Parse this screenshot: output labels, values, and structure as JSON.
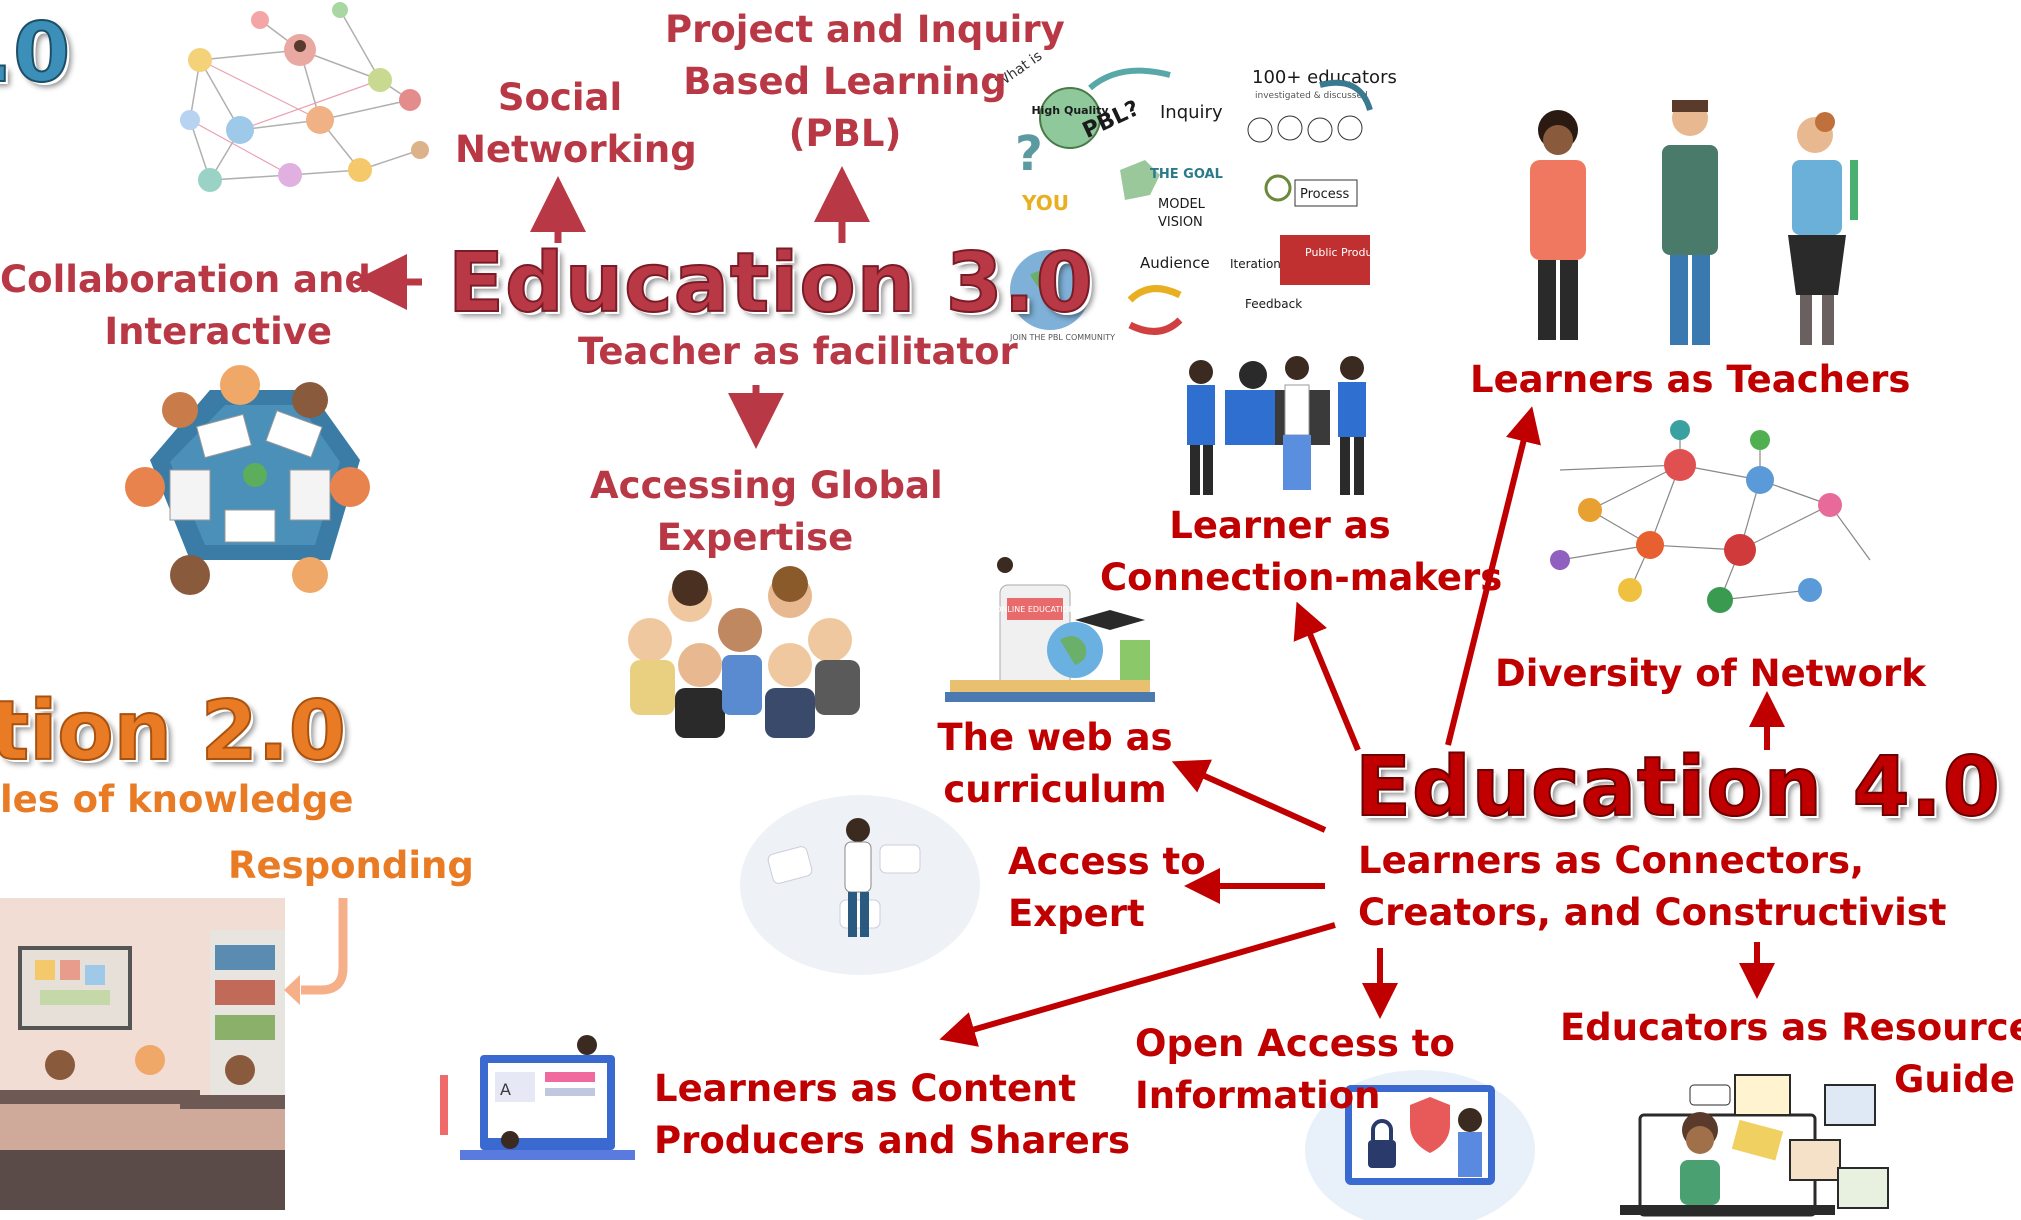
{
  "edu1": {
    "title_fragment": ".0"
  },
  "edu2": {
    "title_fragment": "tion 2.0",
    "subtitle_fragment": "les of knowledge",
    "responding": "Responding"
  },
  "edu3": {
    "title": "Education 3.0",
    "teacher_role": "Teacher as facilitator",
    "social_line1": "Social",
    "social_line2": "Networking",
    "pbl_line1": "Project and Inquiry",
    "pbl_line2": "Based Learning",
    "pbl_line3": "(PBL)",
    "collab_line1": "Collaboration and",
    "collab_line2": "Interactive",
    "global_line1": "Accessing Global",
    "global_line2": "Expertise"
  },
  "edu4": {
    "title": "Education 4.0",
    "sub_line1": "Learners as Connectors,",
    "sub_line2": "Creators, and Constructivist",
    "teachers": "Learners as Teachers",
    "connection_line1": "Learner as",
    "connection_line2": "Connection-makers",
    "diversity": "Diversity of Network",
    "web_line1": "The web as",
    "web_line2": "curriculum",
    "expert_line1": "Access to",
    "expert_line2": "Expert",
    "content_line1": "Learners as Content",
    "content_line2": "Producers and Sharers",
    "open_line1": "Open Access to",
    "open_line2": "Information",
    "guide_line1": "Educators as Resource",
    "guide_line2": "Guide"
  },
  "pbl_sketch": {
    "what_is": "What is",
    "pbl": "PBL?",
    "high_quality": "High Quality",
    "educators": "100+ educators",
    "educators_sub": "investigated & discussed",
    "inquiry": "Inquiry",
    "you": "YOU",
    "goal": "THE GOAL",
    "model": "MODEL",
    "vision": "VISION",
    "process": "Process",
    "public_product": "Public Product",
    "audience": "Audience",
    "iteration": "Iteration",
    "feedback": "Feedback",
    "community": "JOIN THE PBL COMMUNITY"
  },
  "online_education": "ONLINE EDUCATION",
  "colors": {
    "edu3": "#b93845",
    "edu4": "#c00000",
    "edu2": "#e97b25",
    "edu1": "#3b8fb8"
  }
}
